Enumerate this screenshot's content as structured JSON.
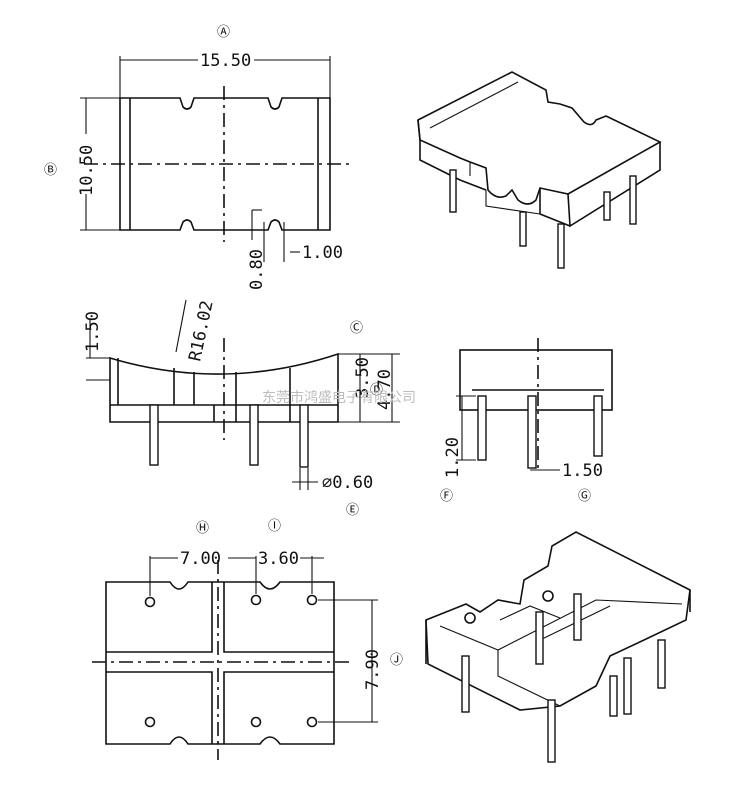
{
  "watermark": "东莞市鸿盛电子有限公司",
  "markers": {
    "A": "Ⓐ",
    "B": "Ⓑ",
    "C": "Ⓒ",
    "D": "Ⓓ",
    "E": "Ⓔ",
    "F": "Ⓕ",
    "G": "Ⓖ",
    "H": "Ⓗ",
    "I": "Ⓘ",
    "J": "Ⓙ"
  },
  "dimensions": {
    "width": "15.50",
    "height": "10.50",
    "slot_a": "0.80",
    "slot_b": "1.00",
    "top_offset": "1.50",
    "radius": "R16.02",
    "height_c": "3.50",
    "height_total": "4.70",
    "pin_dia": "⌀0.60",
    "pin_len": "1.20",
    "pin_off": "1.50",
    "pitch_h": "7.00",
    "pitch_i": "3.60",
    "pitch_j": "7.90"
  }
}
